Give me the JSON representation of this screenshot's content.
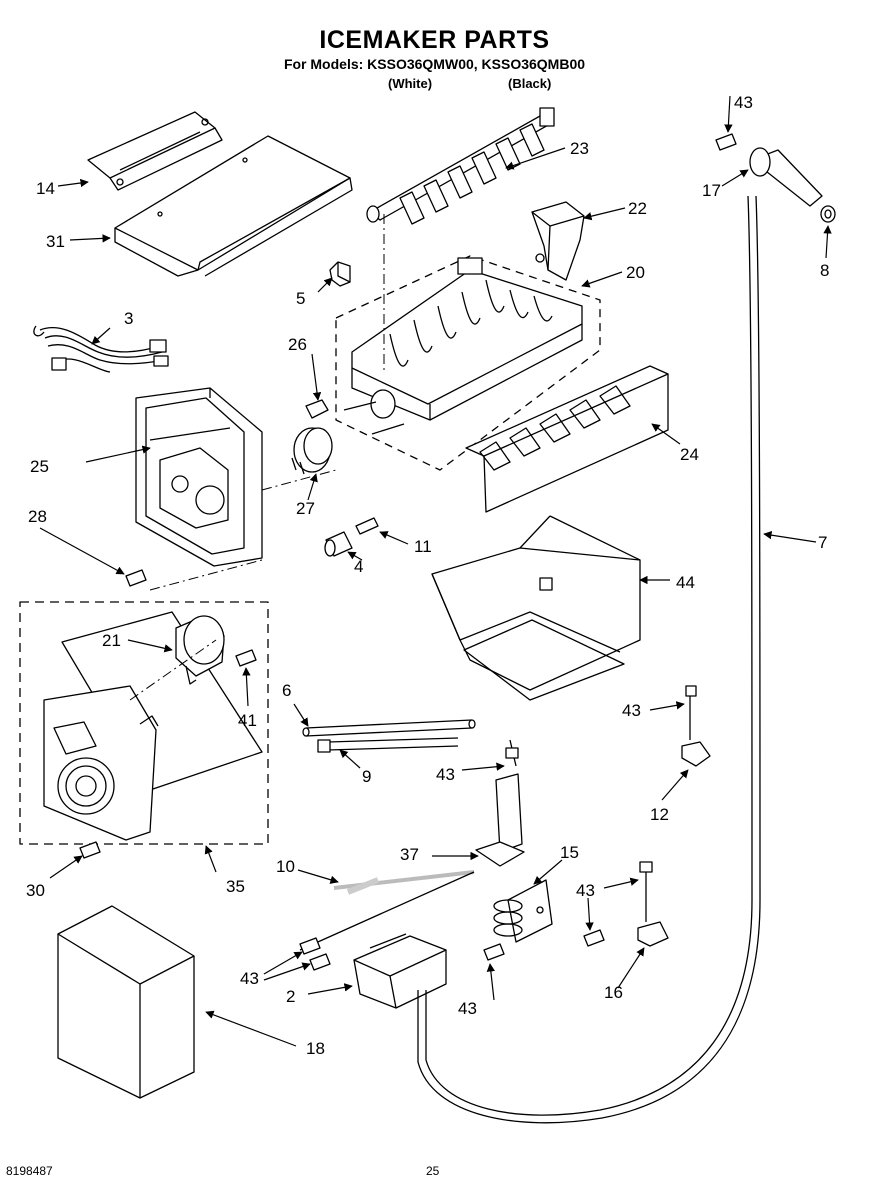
{
  "title": "ICEMAKER PARTS",
  "subtitle": "For Models: KSSO36QMW00, KSSO36QMB00",
  "variants": [
    "(White)",
    "(Black)"
  ],
  "callouts": {
    "p2": "2",
    "p3": "3",
    "p4": "4",
    "p5": "5",
    "p6": "6",
    "p7": "7",
    "p8": "8",
    "p9": "9",
    "p10": "10",
    "p11": "11",
    "p12": "12",
    "p14": "14",
    "p15": "15",
    "p16": "16",
    "p17": "17",
    "p18": "18",
    "p20": "20",
    "p21": "21",
    "p22": "22",
    "p23": "23",
    "p24": "24",
    "p25": "25",
    "p26": "26",
    "p27": "27",
    "p28": "28",
    "p30": "30",
    "p31": "31",
    "p35": "35",
    "p37": "37",
    "p41": "41",
    "p44": "44",
    "p43a": "43",
    "p43b": "43",
    "p43c": "43",
    "p43d": "43",
    "p43e": "43",
    "p43f": "43"
  },
  "footer": {
    "doc_number": "8198487",
    "page_number": "25"
  }
}
